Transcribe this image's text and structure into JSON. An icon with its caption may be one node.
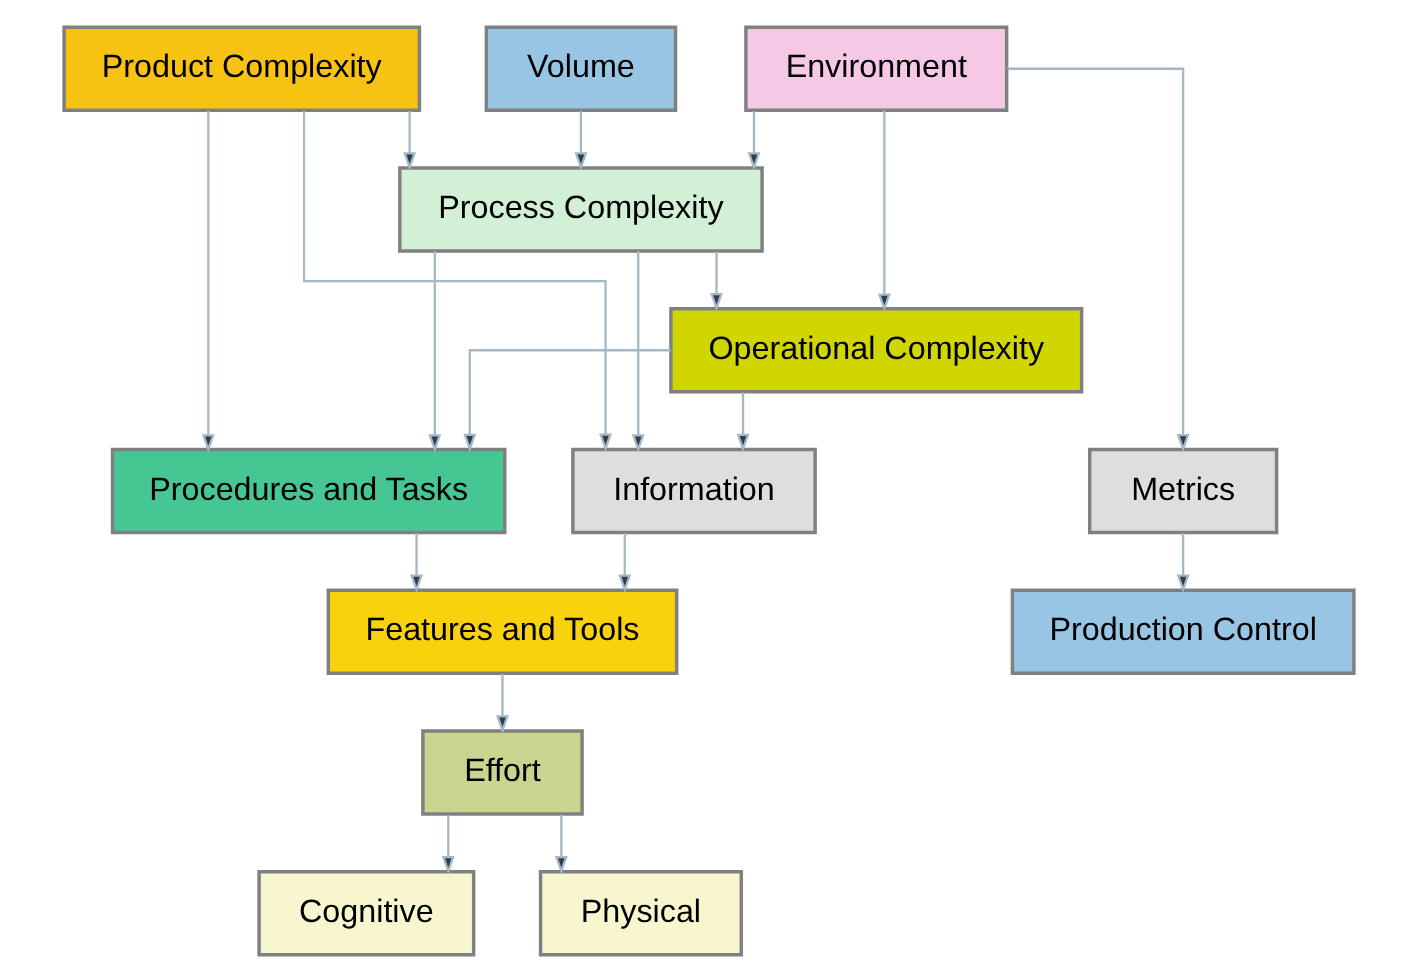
{
  "diagram": {
    "nodes": [
      {
        "text": [
          "Product Complexity"
        ]
      },
      {
        "text": [
          "Volume"
        ]
      },
      {
        "text": [
          "Environment"
        ]
      },
      {
        "text": [
          "Process Complexity"
        ]
      },
      {
        "text": [
          "Operational Complexity"
        ]
      },
      {
        "text": [
          "Information"
        ]
      },
      {
        "text": [
          "Procedures and Tasks"
        ]
      },
      {
        "text": [
          "Metrics"
        ]
      },
      {
        "text": [
          "Features and Tools"
        ]
      },
      {
        "text": [
          "Effort"
        ]
      },
      {
        "text": [
          "Production Control"
        ]
      },
      {
        "text": [
          "Cognitive"
        ]
      },
      {
        "text": [
          "Physical"
        ]
      }
    ],
    "edges": [
      {
        "from": 0,
        "to": 3,
        "arrow": "to"
      },
      {
        "from": 1,
        "to": 3,
        "arrow": "to"
      },
      {
        "from": 2,
        "to": 3,
        "arrow": "to"
      },
      {
        "from": 2,
        "to": 4,
        "arrow": "to"
      },
      {
        "from": 2,
        "to": 7,
        "arrow": "to"
      },
      {
        "from": 3,
        "to": 4,
        "arrow": "to"
      },
      {
        "from": 0,
        "to": 5,
        "arrow": "to"
      },
      {
        "from": 0,
        "to": 6,
        "arrow": "to"
      },
      {
        "from": 3,
        "to": 5,
        "arrow": "to"
      },
      {
        "from": 3,
        "to": 6,
        "arrow": "to"
      },
      {
        "from": 4,
        "to": 5,
        "arrow": "to"
      },
      {
        "from": 4,
        "to": 6,
        "arrow": "to"
      },
      {
        "from": 5,
        "to": 8,
        "arrow": "to"
      },
      {
        "from": 6,
        "to": 8,
        "arrow": "to"
      },
      {
        "from": 7,
        "to": 10,
        "arrow": "to"
      },
      {
        "from": 8,
        "to": 9,
        "arrow": "to"
      },
      {
        "from": 9,
        "to": 11,
        "arrow": "to"
      },
      {
        "from": 9,
        "to": 12,
        "arrow": "to"
      }
    ]
  }
}
